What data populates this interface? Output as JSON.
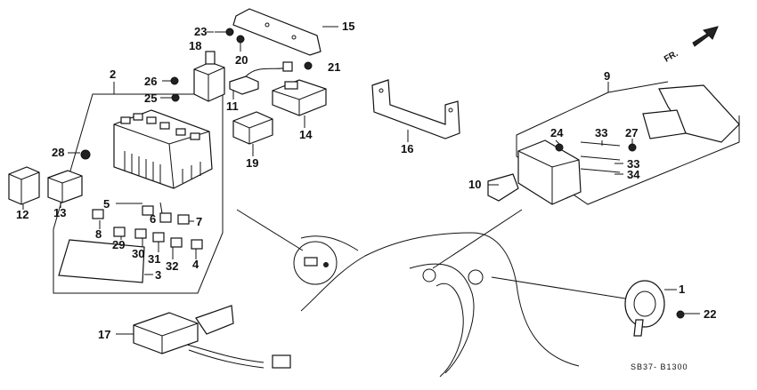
{
  "diagram": {
    "direction_label": "FR.",
    "drawing_code": "SB37- B1300",
    "callouts": [
      {
        "id": "c1",
        "text": "1"
      },
      {
        "id": "c2",
        "text": "2"
      },
      {
        "id": "c3",
        "text": "3"
      },
      {
        "id": "c4",
        "text": "4"
      },
      {
        "id": "c5",
        "text": "5"
      },
      {
        "id": "c6",
        "text": "6"
      },
      {
        "id": "c7",
        "text": "7"
      },
      {
        "id": "c8",
        "text": "8"
      },
      {
        "id": "c9",
        "text": "9"
      },
      {
        "id": "c10",
        "text": "10"
      },
      {
        "id": "c11",
        "text": "11"
      },
      {
        "id": "c12",
        "text": "12"
      },
      {
        "id": "c13",
        "text": "13"
      },
      {
        "id": "c14",
        "text": "14"
      },
      {
        "id": "c15",
        "text": "15"
      },
      {
        "id": "c16",
        "text": "16"
      },
      {
        "id": "c17",
        "text": "17"
      },
      {
        "id": "c18",
        "text": "18"
      },
      {
        "id": "c19",
        "text": "19"
      },
      {
        "id": "c20",
        "text": "20"
      },
      {
        "id": "c21",
        "text": "21"
      },
      {
        "id": "c22",
        "text": "22"
      },
      {
        "id": "c23",
        "text": "23"
      },
      {
        "id": "c24",
        "text": "24"
      },
      {
        "id": "c25",
        "text": "25"
      },
      {
        "id": "c26",
        "text": "26"
      },
      {
        "id": "c27",
        "text": "27"
      },
      {
        "id": "c28",
        "text": "28"
      },
      {
        "id": "c29",
        "text": "29"
      },
      {
        "id": "c30",
        "text": "30"
      },
      {
        "id": "c31",
        "text": "31"
      },
      {
        "id": "c32",
        "text": "32"
      },
      {
        "id": "c33a",
        "text": "33"
      },
      {
        "id": "c33b",
        "text": "33"
      },
      {
        "id": "c34",
        "text": "34"
      }
    ]
  }
}
